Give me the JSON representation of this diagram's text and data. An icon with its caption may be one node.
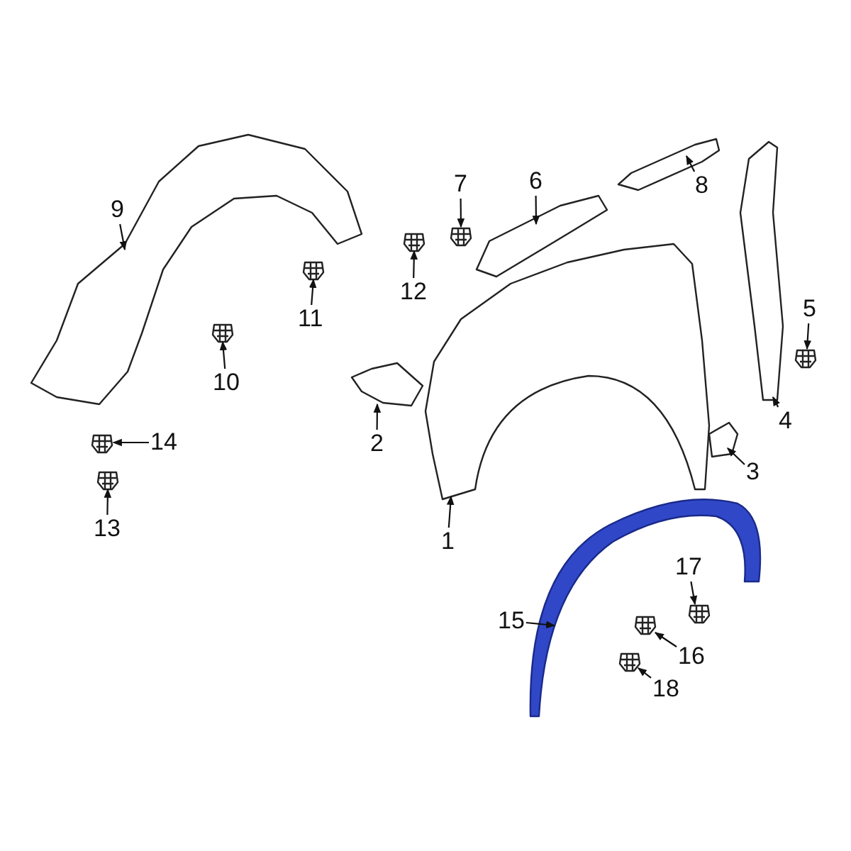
{
  "diagram": {
    "nodes": [
      {
        "text": [
          "1"
        ]
      },
      {
        "text": [
          "2"
        ]
      },
      {
        "text": [
          "3"
        ]
      },
      {
        "text": [
          "4"
        ]
      },
      {
        "text": [
          "5"
        ]
      },
      {
        "text": [
          "6"
        ]
      },
      {
        "text": [
          "7"
        ]
      },
      {
        "text": [
          "8"
        ]
      },
      {
        "text": [
          "9"
        ]
      },
      {
        "text": [
          "10"
        ]
      },
      {
        "text": [
          "11"
        ]
      },
      {
        "text": [
          "12"
        ]
      },
      {
        "text": [
          "13"
        ]
      },
      {
        "text": [
          "14"
        ]
      },
      {
        "text": [
          "15"
        ]
      },
      {
        "text": [
          "16"
        ]
      },
      {
        "text": [
          "17"
        ]
      },
      {
        "text": [
          "18"
        ]
      },
      {
        "text": [],
        "shape": "picture"
      },
      {
        "text": [],
        "shape": "picture"
      },
      {
        "text": [],
        "shape": "picture"
      },
      {
        "text": [],
        "shape": "picture"
      },
      {
        "text": [],
        "shape": "picture"
      },
      {
        "text": [],
        "shape": "picture"
      },
      {
        "text": [],
        "shape": "picture"
      },
      {
        "text": [],
        "shape": "picture"
      },
      {
        "text": [],
        "shape": "picture"
      },
      {
        "text": [],
        "shape": "picture"
      },
      {
        "text": [],
        "shape": "picture"
      },
      {
        "text": [],
        "shape": "picture"
      },
      {
        "text": [],
        "shape": "picture"
      },
      {
        "text": [],
        "shape": "picture"
      },
      {
        "text": [],
        "shape": "picture"
      },
      {
        "text": [],
        "shape": "picture"
      },
      {
        "text": [],
        "shape": "picture"
      },
      {
        "text": [],
        "shape": "picture"
      }
    ],
    "edges": [
      {
        "from": 0,
        "to": 18,
        "arrow": "to"
      },
      {
        "from": 1,
        "to": 19,
        "arrow": "to"
      },
      {
        "from": 2,
        "to": 20,
        "arrow": "to"
      },
      {
        "from": 3,
        "to": 21,
        "arrow": "to"
      },
      {
        "from": 4,
        "to": 22,
        "arrow": "to"
      },
      {
        "from": 5,
        "to": 23,
        "arrow": "to"
      },
      {
        "from": 6,
        "to": 24,
        "arrow": "to"
      },
      {
        "from": 7,
        "to": 25,
        "arrow": "to"
      },
      {
        "from": 8,
        "to": 26,
        "arrow": "to"
      },
      {
        "from": 9,
        "to": 27,
        "arrow": "to"
      },
      {
        "from": 10,
        "to": 28,
        "arrow": "to"
      },
      {
        "from": 11,
        "to": 29,
        "arrow": "to"
      },
      {
        "from": 12,
        "to": 30,
        "arrow": "to"
      },
      {
        "from": 13,
        "to": 31,
        "arrow": "to"
      },
      {
        "from": 14,
        "to": 32,
        "arrow": "to"
      },
      {
        "from": 15,
        "to": 33,
        "arrow": "to"
      },
      {
        "from": 16,
        "to": 34,
        "arrow": "to"
      },
      {
        "from": 17,
        "to": 35,
        "arrow": "to"
      }
    ]
  }
}
